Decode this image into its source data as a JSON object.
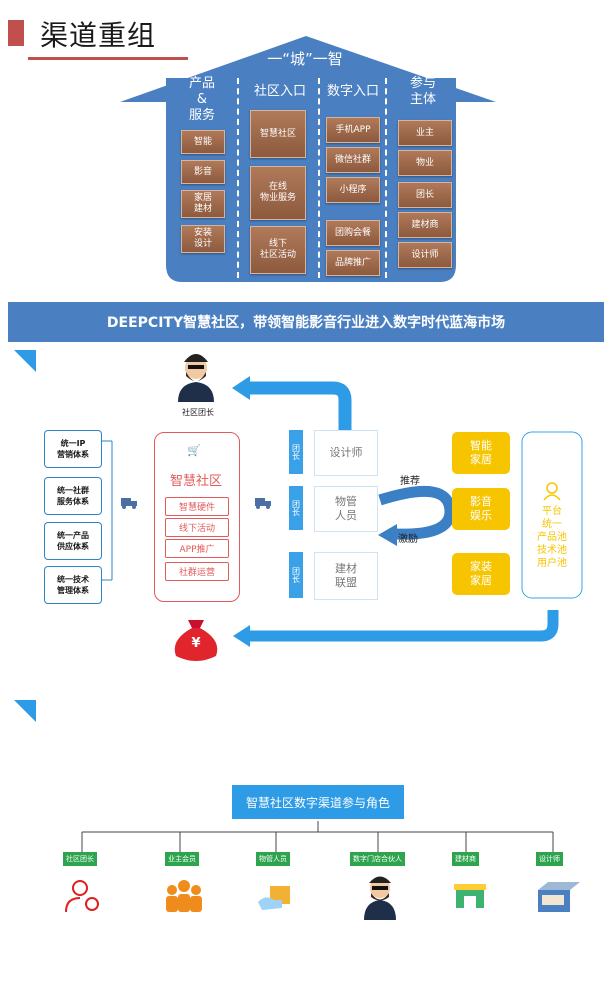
{
  "header": {
    "title": "渠道重组"
  },
  "house": {
    "roof_title": "一“城”一智",
    "columns": [
      {
        "title": "产品\n&\n服务",
        "items": [
          "智能",
          "影音",
          "家居\n建材",
          "安装\n设计"
        ]
      },
      {
        "title": "社区入口",
        "items": [
          "智慧社区",
          "在线\n物业服务",
          "线下\n社区活动"
        ]
      },
      {
        "title": "数字入口",
        "items": [
          "手机APP",
          "微信社群",
          "小程序",
          "团购会餐",
          "品牌推广"
        ]
      },
      {
        "title": "参与\n主体",
        "items": [
          "业主",
          "物业",
          "团长",
          "建材商",
          "设计师"
        ]
      }
    ]
  },
  "banner": {
    "text": "DEEPCITY智慧社区，带领智能影音行业进入数字时代蓝海市场"
  },
  "flow": {
    "leader_label": "社区团长",
    "systems": [
      "统一IP\n营销体系",
      "统一社群\n服务体系",
      "统一产品\n供应体系",
      "统一技术\n管理体系"
    ],
    "hub_title": "智慧社区",
    "hub_items": [
      "智慧硬件",
      "线下活动",
      "APP推广",
      "社群运营"
    ],
    "tags": [
      "团长",
      "团长",
      "团长"
    ],
    "roles": [
      "设计师",
      "物管\n人员",
      "建材\n联盟"
    ],
    "recommend": "推荐",
    "incentive": "激励",
    "categories": [
      "智能\n家居",
      "影音\n娱乐",
      "家装\n家居"
    ],
    "platform_text": "平台\n统一\n产品池\n技术池\n用户池",
    "money_symbol": "¥"
  },
  "org": {
    "root": "智慧社区数字渠道参与角色",
    "children": [
      "社区团长",
      "业主会员",
      "物管人员",
      "数字门店合伙人",
      "建材商",
      "设计师"
    ]
  },
  "colors": {
    "accent_red": "#c0504d",
    "house_blue": "#4a7fc1",
    "arrow_blue": "#2e9be6",
    "yellow": "#f7c500",
    "green": "#2ea44f"
  }
}
